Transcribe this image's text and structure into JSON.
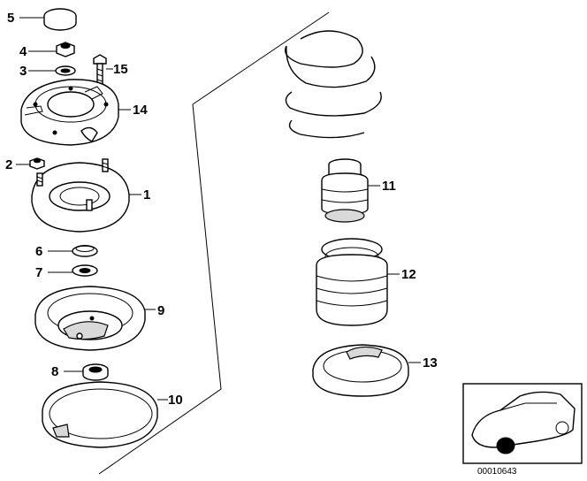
{
  "diagram": {
    "reference_number": "00010643",
    "parts": [
      {
        "number": "1"
      },
      {
        "number": "2"
      },
      {
        "number": "3"
      },
      {
        "number": "4"
      },
      {
        "number": "5"
      },
      {
        "number": "6"
      },
      {
        "number": "7"
      },
      {
        "number": "8"
      },
      {
        "number": "9"
      },
      {
        "number": "10"
      },
      {
        "number": "11"
      },
      {
        "number": "12"
      },
      {
        "number": "13"
      },
      {
        "number": "14"
      },
      {
        "number": "15"
      }
    ]
  },
  "colors": {
    "line": "#000000",
    "background": "#ffffff",
    "shading": "#d9d9d9"
  }
}
